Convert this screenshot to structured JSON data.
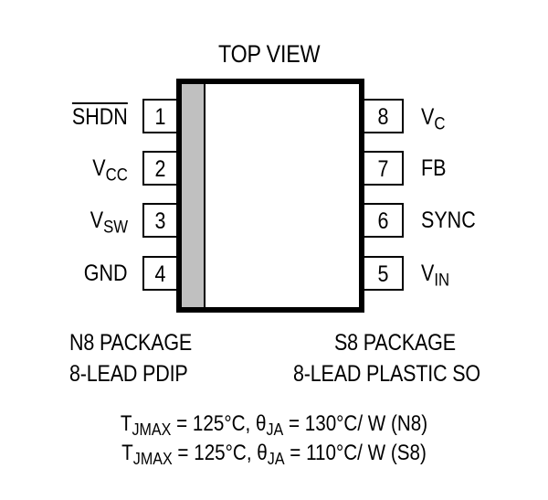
{
  "title": "TOP VIEW",
  "package_outline": {
    "body_fill": "#ffffff",
    "pin1_strip_fill": "#c0c0c0",
    "outline_color": "#000000"
  },
  "pins_left": [
    {
      "number": "1",
      "name": "SHDN",
      "overline": true,
      "sub": ""
    },
    {
      "number": "2",
      "name": "V",
      "sub": "CC"
    },
    {
      "number": "3",
      "name": "V",
      "sub": "SW"
    },
    {
      "number": "4",
      "name": "GND",
      "sub": ""
    }
  ],
  "pins_right": [
    {
      "number": "8",
      "name": "V",
      "sub": "C"
    },
    {
      "number": "7",
      "name": "FB",
      "sub": ""
    },
    {
      "number": "6",
      "name": "SYNC",
      "sub": ""
    },
    {
      "number": "5",
      "name": "V",
      "sub": "IN"
    }
  ],
  "packages": {
    "left": {
      "line1": "N8 PACKAGE",
      "line2": "8-LEAD PDIP"
    },
    "right": {
      "line1": "S8 PACKAGE",
      "line2": "8-LEAD PLASTIC SO"
    }
  },
  "thermal": [
    {
      "t": "T",
      "t_sub": "JMAX",
      "t_val": " = 125°C, ",
      "theta": "θ",
      "theta_sub": "JA",
      "theta_val": " = 130°C/ W (N8)"
    },
    {
      "t": "T",
      "t_sub": "JMAX",
      "t_val": " = 125°C, ",
      "theta": "θ",
      "theta_sub": "JA",
      "theta_val": " = 110°C/ W (S8)"
    }
  ]
}
